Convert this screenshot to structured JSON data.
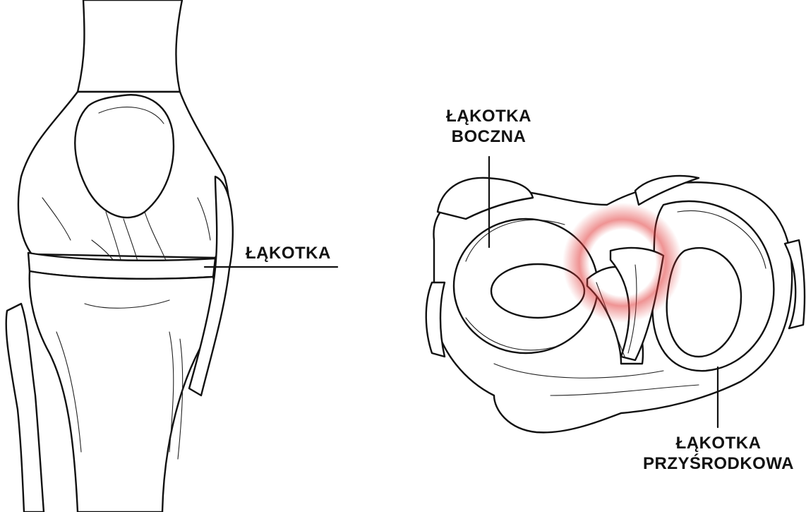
{
  "labels": {
    "front_meniscus": "ŁĄKOTKA",
    "lateral_line1": "ŁĄKOTKA",
    "lateral_line2": "BOCZNA",
    "medial_line1": "ŁĄKOTKA",
    "medial_line2": "PRZYŚRODKOWA"
  },
  "colors": {
    "ink": "#111111",
    "highlight": "#e23b3b",
    "background": "#ffffff"
  }
}
